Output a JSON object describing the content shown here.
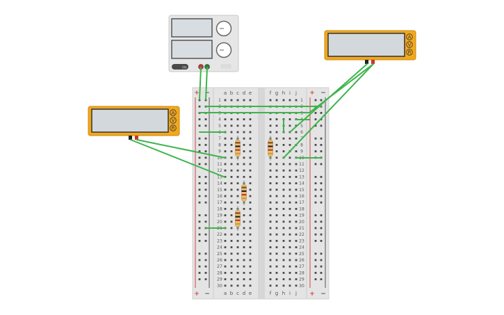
{
  "power_supply": {
    "button_label": "ON",
    "terminal_colors": {
      "positive": "#d32f2f",
      "negative": "#2e7d32"
    }
  },
  "multimeters": [
    {
      "id": "left",
      "modes": [
        "A",
        "V",
        "R"
      ]
    },
    {
      "id": "right",
      "modes": [
        "A",
        "V",
        "R"
      ]
    }
  ],
  "breadboard": {
    "columns_left": [
      "a",
      "b",
      "c",
      "d",
      "e"
    ],
    "columns_right": [
      "f",
      "g",
      "h",
      "i",
      "j"
    ],
    "rows": 30,
    "rail_signs": [
      "+",
      "−",
      "+",
      "−"
    ]
  },
  "colors": {
    "wire": "#3cb44b",
    "meter_body": "#f2a81d",
    "meter_screen": "#d3d8dc",
    "breadboard": "#e4e4e4",
    "rail_positive": "#d64545",
    "rail_negative": "#555555"
  },
  "resistors": [
    {
      "id": "R1",
      "bands": [
        "#8b4513",
        "#222222",
        "#d32f2f",
        "#c9a227"
      ]
    },
    {
      "id": "R2",
      "bands": [
        "#8b4513",
        "#222222",
        "#d32f2f",
        "#c9a227"
      ]
    },
    {
      "id": "R3",
      "bands": [
        "#8b4513",
        "#222222",
        "#d32f2f",
        "#c9a227"
      ]
    },
    {
      "id": "R4",
      "bands": [
        "#8b4513",
        "#222222",
        "#d32f2f",
        "#c9a227"
      ]
    }
  ]
}
